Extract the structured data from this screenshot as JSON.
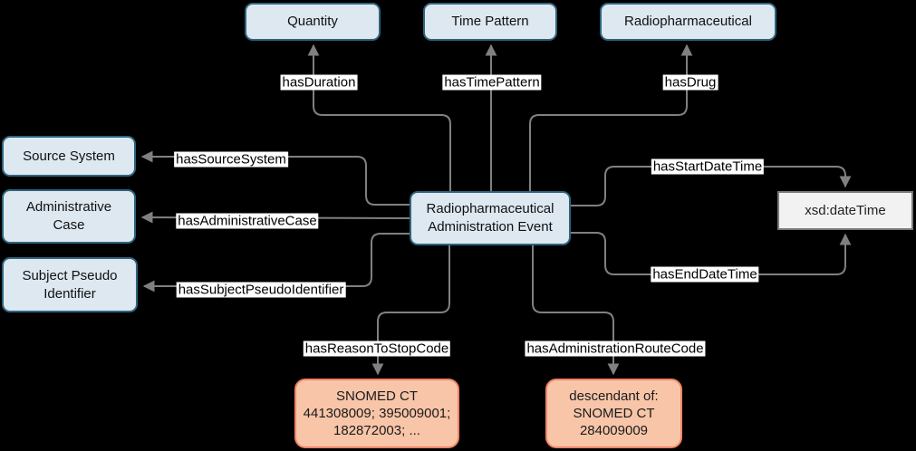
{
  "diagram": {
    "colors": {
      "background": "#000000",
      "class_box_fill": "#dde8f1",
      "class_box_stroke": "#2f647e",
      "datatype_box_fill": "#f2f2f2",
      "datatype_box_stroke": "#7a7a7a",
      "code_box_fill": "#f8c5a9",
      "code_box_stroke": "#ee8566",
      "edge_color": "#808080",
      "edge_label_bg": "#ffffff",
      "edge_label_text": "#000000"
    },
    "nodes": {
      "quantity": "Quantity",
      "time_pattern": "Time Pattern",
      "radiopharmaceutical": "Radiopharmaceutical",
      "source_system": "Source System",
      "administrative_case": "Administrative\nCase",
      "subject_pseudo_identifier": "Subject Pseudo\nIdentifier",
      "event": "Radiopharmaceutical\nAdministration Event",
      "xsd_datetime": "xsd:dateTime",
      "reason_to_stop_codes": "SNOMED CT\n441308009; 395009001;\n182872003; ...",
      "administration_route_codes": "descendant of:\nSNOMED CT\n284009009"
    },
    "edge_labels": {
      "hasDuration": "hasDuration",
      "hasTimePattern": "hasTimePattern",
      "hasDrug": "hasDrug",
      "hasSourceSystem": "hasSourceSystem",
      "hasAdministrativeCase": "hasAdministrativeCase",
      "hasSubjectPseudoIdentifier": "hasSubjectPseudoIdentifier",
      "hasStartDateTime": "hasStartDateTime",
      "hasEndDateTime": "hasEndDateTime",
      "hasReasonToStopCode": "hasReasonToStopCode",
      "hasAdministrationRouteCode": "hasAdministrationRouteCode"
    }
  }
}
